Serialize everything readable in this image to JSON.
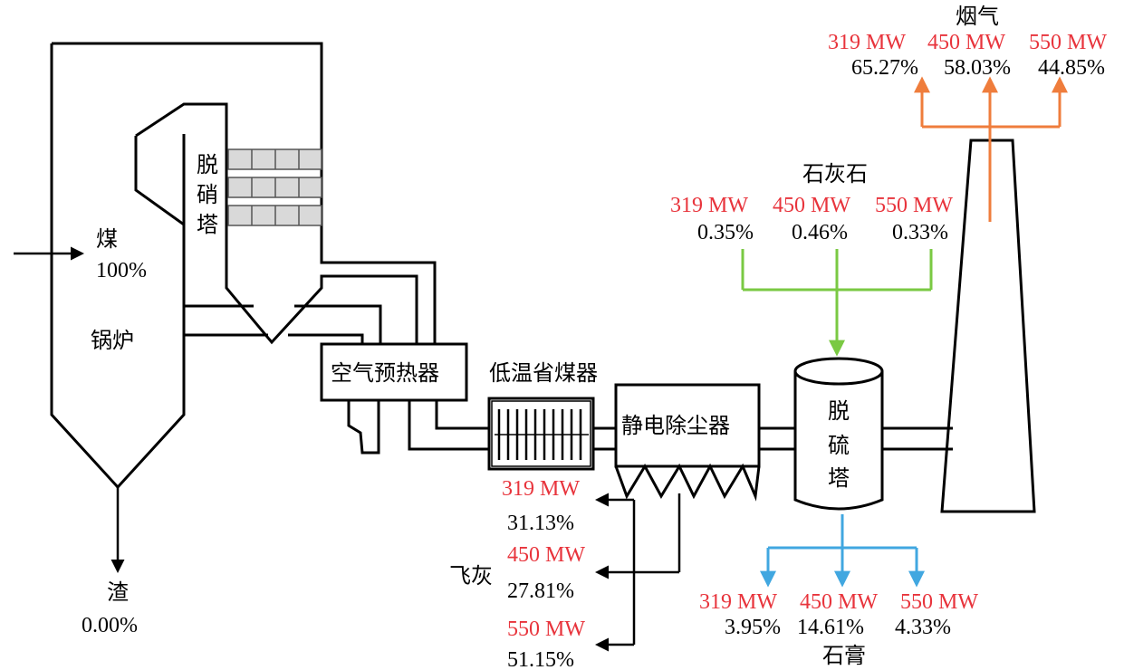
{
  "colors": {
    "power_label": "#e8343c",
    "limestone_arrow": "#7ac943",
    "gypsum_arrow": "#41a7e0",
    "flue_gas_arrow": "#ef7d3c",
    "line": "#000000"
  },
  "powers": [
    "319 MW",
    "450 MW",
    "550 MW"
  ],
  "coal": {
    "label": "煤",
    "percent": "100%"
  },
  "boiler": {
    "label": "锅炉"
  },
  "denox": {
    "label_1": "脱",
    "label_2": "硝",
    "label_3": "塔"
  },
  "air_preheater": {
    "label": "空气预热器"
  },
  "economizer": {
    "label": "低温省煤器"
  },
  "esp": {
    "label": "静电除尘器"
  },
  "fgd": {
    "label_1": "脱",
    "label_2": "硫",
    "label_3": "塔"
  },
  "slag": {
    "label": "渣",
    "percent": "0.00%"
  },
  "fly_ash": {
    "label": "飞灰",
    "values": [
      "31.13%",
      "27.81%",
      "51.15%"
    ]
  },
  "limestone": {
    "label": "石灰石",
    "values": [
      "0.35%",
      "0.46%",
      "0.33%"
    ]
  },
  "gypsum": {
    "label": "石膏",
    "values": [
      "3.95%",
      "14.61%",
      "4.33%"
    ]
  },
  "flue_gas": {
    "label": "烟气",
    "values": [
      "65.27%",
      "58.03%",
      "44.85%"
    ]
  },
  "icons": {
    "boiler": "boiler-shape",
    "denox": "scr-catalyst-layers",
    "esp_hoppers": "hopper-shape",
    "fgd": "cylinder-tower",
    "stack": "chimney-shape",
    "economizer": "fin-tube-bank"
  }
}
